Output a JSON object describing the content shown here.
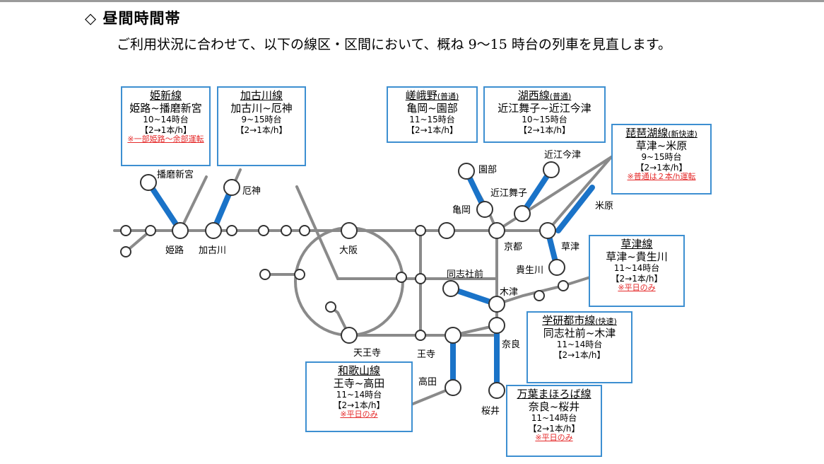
{
  "heading": {
    "symbol": "◇",
    "text": "昼間時間帯"
  },
  "intro": "ご利用状況に合わせて、以下の線区・区間において、概ね 9〜15 時台の列車を見直します。",
  "colors": {
    "target_line": "#1a73c8",
    "other_line": "#8a8a8a",
    "box_border": "#3d8fd1",
    "note": "#e52b2b"
  },
  "stations": {
    "harimashingu": "播磨新宮",
    "kozaki": "厄神",
    "himeji": "姫路",
    "kakogawa": "加古川",
    "osaka": "大阪",
    "sonobe": "園部",
    "kameoka": "亀岡",
    "omiimazu": "近江今津",
    "omimaiko": "近江舞子",
    "kyoto": "京都",
    "kusatsu": "草津",
    "maibara": "米原",
    "kibukawa": "貴生川",
    "doshishamae": "同志社前",
    "kizu": "木津",
    "nara": "奈良",
    "tennoji": "天王寺",
    "oji": "王寺",
    "takada": "高田",
    "sakurai": "桜井"
  },
  "boxes": {
    "kishin": {
      "line": "姫新線",
      "section": "姫路~播磨新宮",
      "time": "10~14時台",
      "freq": "【2→1本/h】",
      "note": "※一部姫路～余部運転"
    },
    "kakogawa": {
      "line": "加古川線",
      "section": "加古川~厄神",
      "time": "9~15時台",
      "freq": "【2→1本/h】"
    },
    "sagano": {
      "line": "嵯峨野",
      "tag": "(普通)",
      "section": "亀岡~園部",
      "time": "11~15時台",
      "freq": "【2→1本/h】"
    },
    "kosei": {
      "line": "湖西線",
      "tag": "(普通)",
      "section": "近江舞子~近江今津",
      "time": "10~15時台",
      "freq": "【2→1本/h】"
    },
    "biwako": {
      "line": "琵琶湖線",
      "tag": "(新快速)",
      "section": "草津~米原",
      "time": "9~15時台",
      "freq": "【2→1本/h】",
      "note": "※普通は２本/h運転"
    },
    "kusatsu": {
      "line": "草津線",
      "section": "草津~貴生川",
      "time": "11~14時台",
      "freq": "【2→1本/h】",
      "note": "※平日のみ"
    },
    "gakken": {
      "line": "学研都市線",
      "tag": "(快速)",
      "section": "同志社前~木津",
      "time": "11~14時台",
      "freq": "【2→1本/h】"
    },
    "wakayama": {
      "line": "和歌山線",
      "section": "王寺~高田",
      "time": "11~14時台",
      "freq": "【2→1本/h】",
      "note": "※平日のみ"
    },
    "manyo": {
      "line": "万葉まほろば線",
      "section": "奈良~桜井",
      "time": "11~14時台",
      "freq": "【2→1本/h】",
      "note": "※平日のみ"
    }
  }
}
